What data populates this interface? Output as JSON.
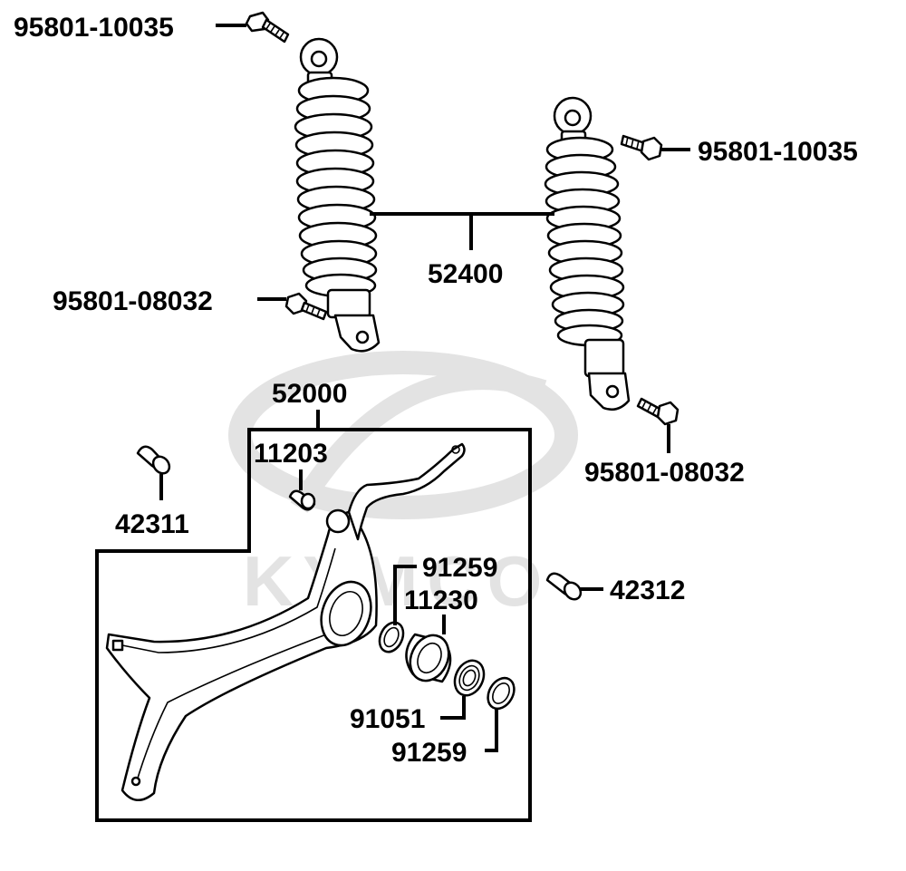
{
  "watermark": {
    "brand_text": "KYMCO"
  },
  "labels": {
    "bolt_top_left": "95801-10035",
    "bolt_top_right": "95801-10035",
    "bolt_mid_left": "95801-08032",
    "bolt_mid_right": "95801-08032",
    "shock_absorber": "52400",
    "swing_arm_assy": "52000",
    "collar_11203": "11203",
    "collar_42311": "42311",
    "collar_42312": "42312",
    "oil_seal_upper": "91259",
    "collar_11230": "11230",
    "bearing_91051": "91051",
    "oil_seal_lower": "91259"
  }
}
